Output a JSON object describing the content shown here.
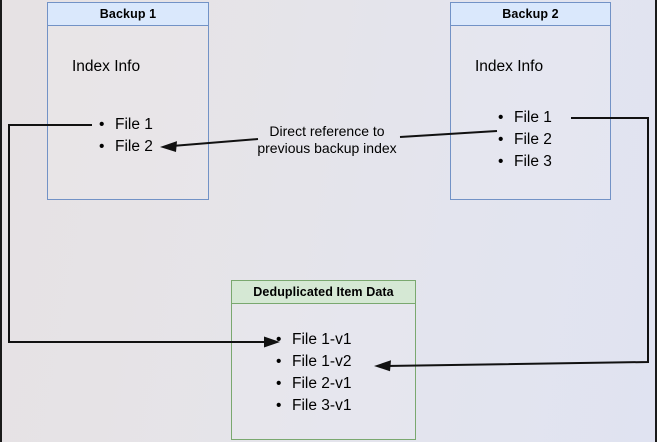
{
  "diagram": {
    "title_hidden": "Backup deduplication index reference diagram",
    "background_colors": {
      "left": "#e6e2e4",
      "right": "#e0e3f1"
    },
    "accent_blue_fill": "#dae8fc",
    "accent_blue_stroke": "#7292c6",
    "accent_green_fill": "#d5e8d4",
    "accent_green_stroke": "#7aa86f",
    "connector_color": "#111111"
  },
  "nodes": {
    "backup1": {
      "header": "Backup 1",
      "subtitle": "Index Info",
      "items": [
        "File 1",
        "File 2"
      ]
    },
    "backup2": {
      "header": "Backup 2",
      "subtitle": "Index Info",
      "items": [
        "File 1",
        "File 2",
        "File 3"
      ]
    },
    "dedup": {
      "header": "Deduplicated Item Data",
      "items": [
        "File 1-v1",
        "File 1-v2",
        "File 2-v1",
        "File 3-v1"
      ]
    }
  },
  "captions": {
    "direct_reference_line1": "Direct reference to",
    "direct_reference_line2": "previous backup index"
  },
  "connectors": [
    {
      "name": "backup1-file1-to-dedup-file1v1",
      "from": "Backup 1 / File 1",
      "to": "Deduplicated Item Data / File 1-v1",
      "arrowhead": "end"
    },
    {
      "name": "backup2-file2-to-backup1-file2",
      "from": "Backup 2 / File 2",
      "to": "Backup 1 / File 2",
      "arrowhead": "end"
    },
    {
      "name": "backup2-file1-to-dedup-file1v2",
      "from": "Backup 2 / File 1",
      "to": "Deduplicated Item Data / File 1-v2",
      "arrowhead": "end"
    }
  ]
}
